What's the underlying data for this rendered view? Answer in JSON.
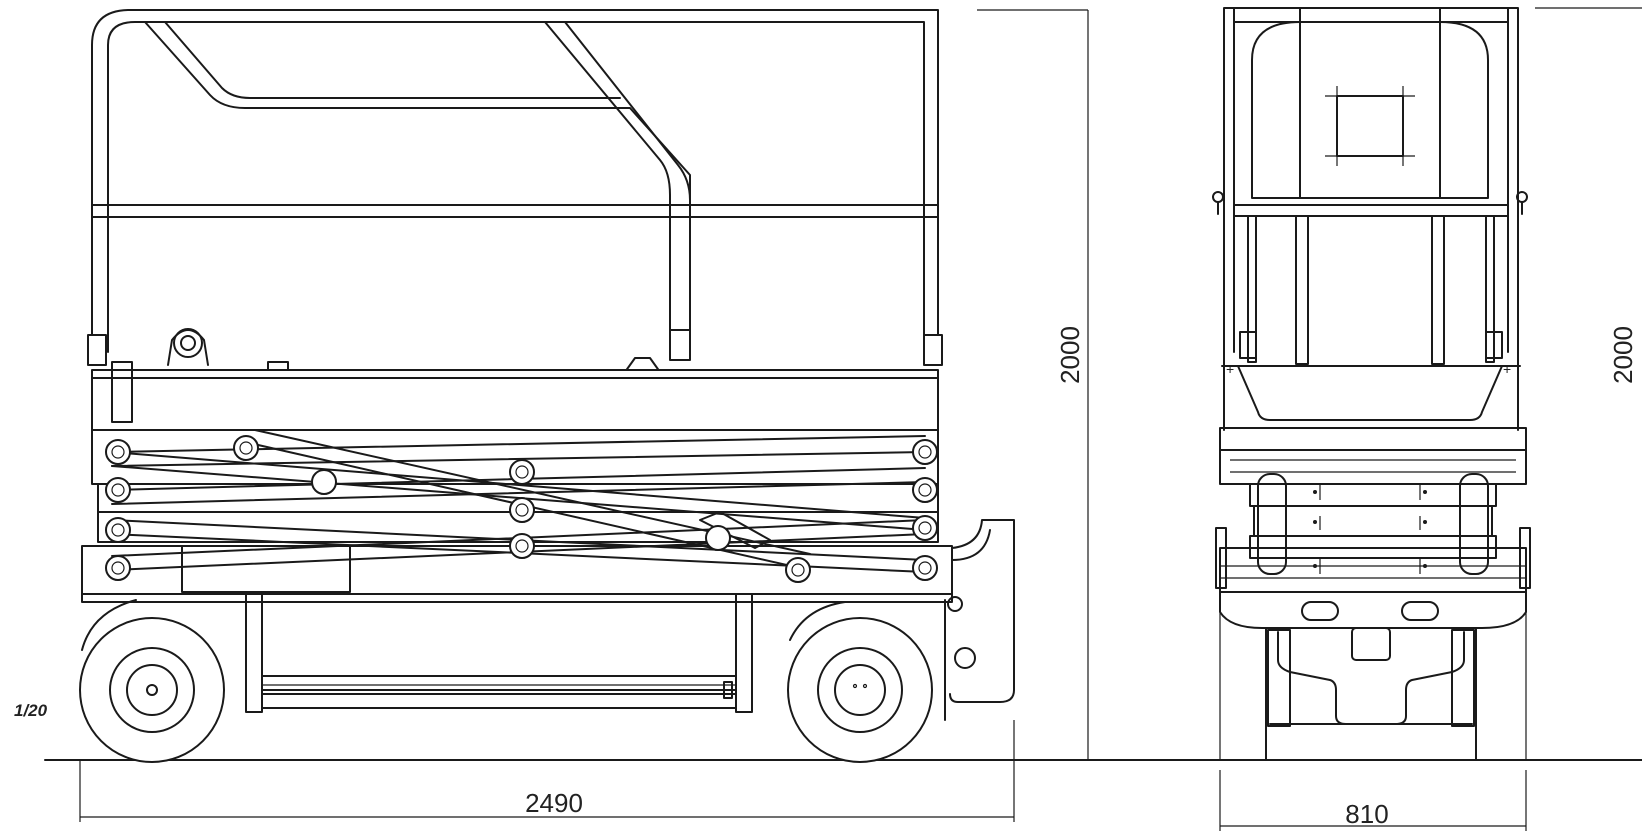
{
  "drawing": {
    "scale_label": "1/20",
    "side_view": {
      "length": "2490",
      "height": "2000"
    },
    "front_view": {
      "width": "810",
      "height": "2000"
    }
  }
}
